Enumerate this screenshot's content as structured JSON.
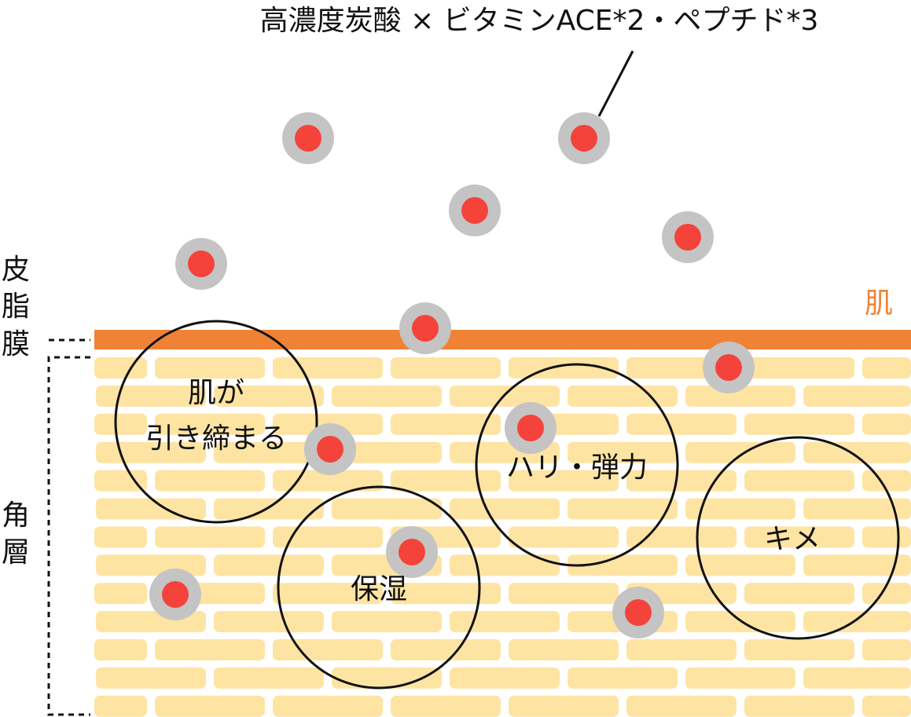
{
  "title": "高濃度炭酸 × ビタミンACE*2・ペプチド*3",
  "labels": {
    "sebum_chars": [
      "皮",
      "脂",
      "膜"
    ],
    "stratum_chars": [
      "角",
      "層"
    ],
    "skin": "肌"
  },
  "benefits": [
    {
      "lines": [
        "肌が",
        "引き締まる"
      ]
    },
    {
      "lines": [
        "保湿"
      ]
    },
    {
      "lines": [
        "ハリ・弾力"
      ]
    },
    {
      "lines": [
        "キメ"
      ]
    }
  ],
  "colors": {
    "skin_bar": "#F08236",
    "brick": "#FEE4A3",
    "particle_outer": "#C4C4C4",
    "particle_inner": "#F4433A",
    "skin_label": "#F08236"
  }
}
